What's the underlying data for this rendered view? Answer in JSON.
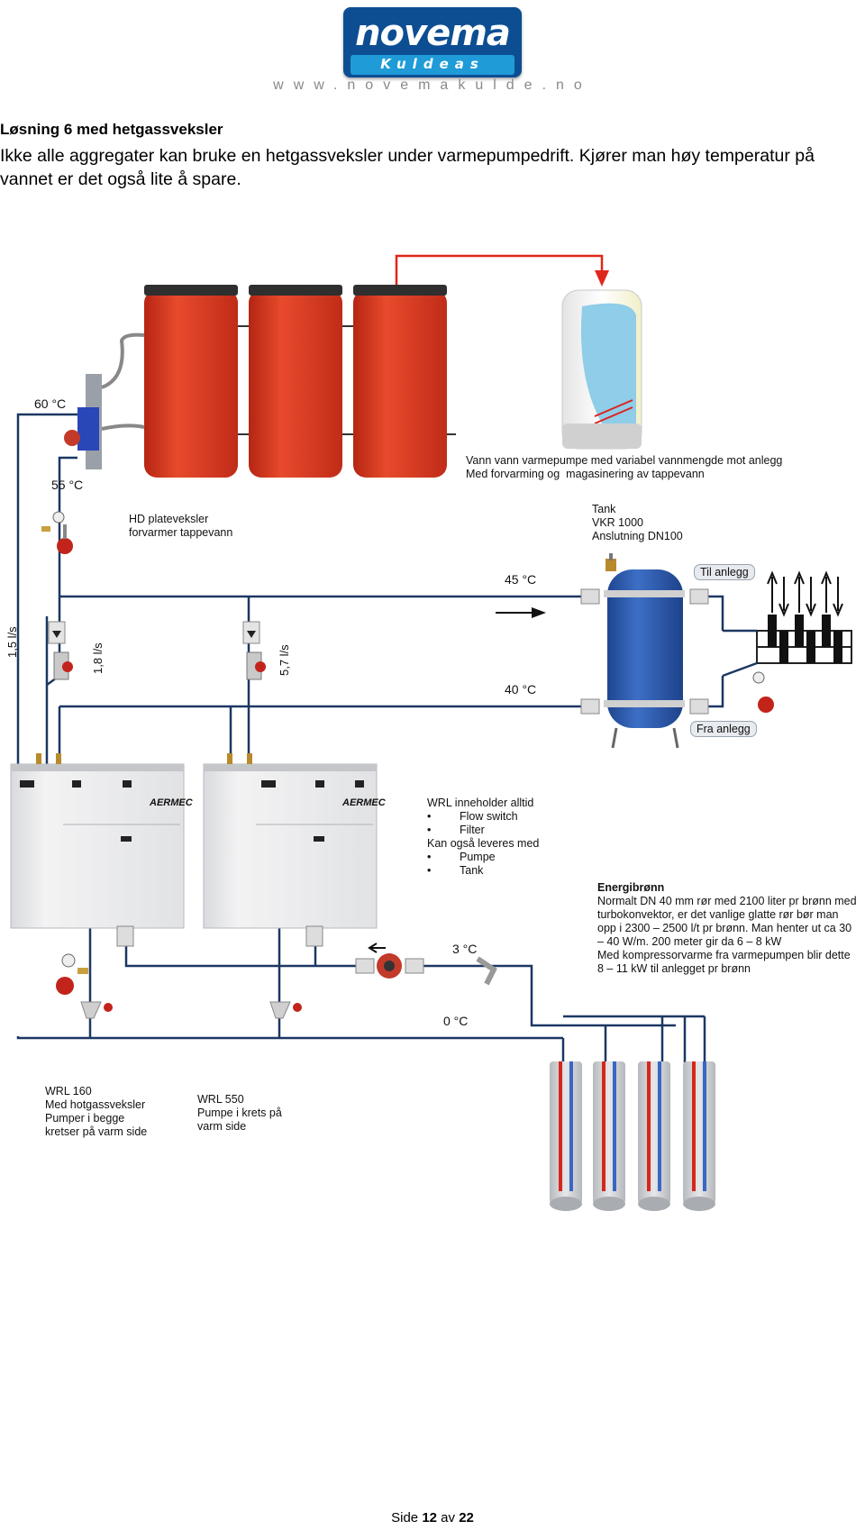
{
  "header": {
    "logo_main": "novema",
    "logo_sub": "Kuldeas",
    "url": "www.novemakulde.no"
  },
  "heading": "Løsning 6 med hetgassveksler",
  "intro": "Ikke alle aggregater kan bruke en hetgassveksler under varmepumpedrift. Kjører man høy temperatur på vannet er det også lite å spare.",
  "diagram": {
    "temp_60": "60 °C",
    "temp_55": "55 °C",
    "temp_45": "45 °C",
    "temp_40": "40 °C",
    "temp_3": "3 °C",
    "temp_0": "0 °C",
    "flow_1": "1,5 l/s",
    "flow_2": "1,8 l/s",
    "flow_3": "5,7 l/s",
    "hd_label": "HD plateveksler\nforvarmer tappevann",
    "vvb_label": "Vann vann varmepumpe med variabel vannmengde mot anlegg\nMed forvarming og  magasinering av tappevann",
    "tank_label": "Tank\nVKR 1000\nAnslutning DN100",
    "til_anlegg": "Til anlegg",
    "fra_anlegg": "Fra anlegg",
    "unit_brand": "AERMEC",
    "wrl_title": "WRL inneholder alltid",
    "wrl_items": [
      "Flow switch",
      "Filter"
    ],
    "wrl_optional_title": "Kan også leveres med",
    "wrl_optional_items": [
      "Pumpe",
      "Tank"
    ],
    "energi_title": "Energibrønn",
    "energi_text": "Normalt DN 40 mm rør med 2100 liter pr brønn med\nturbokonvektor, er det vanlige glatte rør bør man\nopp i 2300 – 2500 l/t pr brønn. Man henter ut ca 30\n– 40 W/m. 200 meter gir da 6 – 8 kW\nMed kompressorvarme fra varmepumpen blir dette\n8 – 11 kW til anlegget pr brønn",
    "wrl160_label": "WRL 160\nMed hotgassveksler\nPumper i begge\nkretser på varm side",
    "wrl550_label": "WRL 550\nPumpe i krets på\nvarm side"
  },
  "footer": {
    "prefix": "Side",
    "page": "12",
    "sep": "av",
    "total": "22"
  },
  "colors": {
    "logo_blue": "#0d4e93",
    "logo_light_blue": "#1f9bd8",
    "pipe": "#1c3763",
    "hot_pipe": "#e0261b",
    "accumulator_red": "#d83a22",
    "tank_blue": "#2f5fb0"
  }
}
